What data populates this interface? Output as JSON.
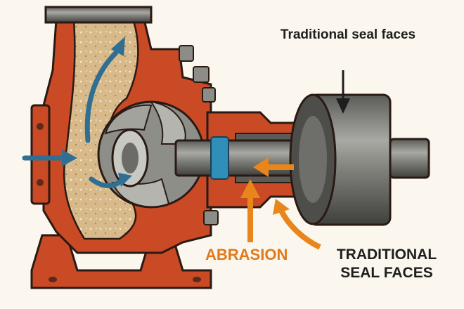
{
  "labels": {
    "top": "Traditional seal faces",
    "abrasion": "ABRASION",
    "bottom": "TRADITIONAL SEAL FACES"
  },
  "colors": {
    "casing": "#c94a24",
    "slurry": "#d8b98a",
    "steel": "#7a7a76",
    "flow_arrow": "#2f6f93",
    "abrasion_arrow": "#e8861c",
    "background": "#fbf7ee"
  }
}
